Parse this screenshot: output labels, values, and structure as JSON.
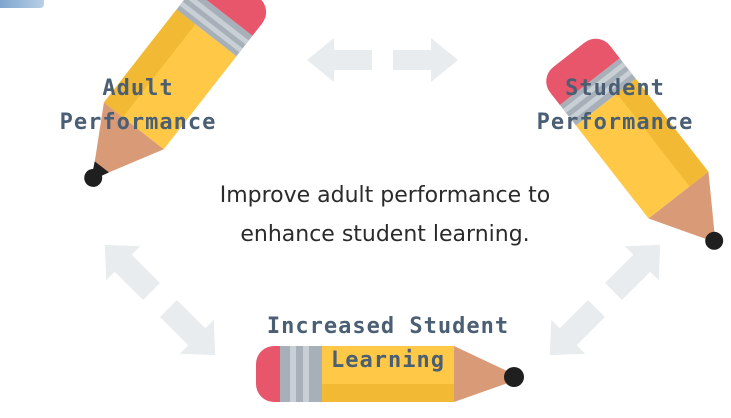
{
  "labels": {
    "adult": {
      "line1": "Adult",
      "line2": "Performance"
    },
    "student": {
      "line1": "Student",
      "line2": "Performance"
    },
    "learning": {
      "line1": "Increased Student",
      "line2": "Learning"
    }
  },
  "center": {
    "line1": "Improve adult performance to",
    "line2": "enhance student learning."
  },
  "colors": {
    "pencil_body": "#ffc947",
    "pencil_eraser": "#e8566c",
    "pencil_ferrule": "#a7b0b8",
    "pencil_wood": "#d99a78",
    "pencil_lead": "#1f1f1f",
    "arrow": "#e9ecee",
    "label_text": "#4a5f74"
  }
}
